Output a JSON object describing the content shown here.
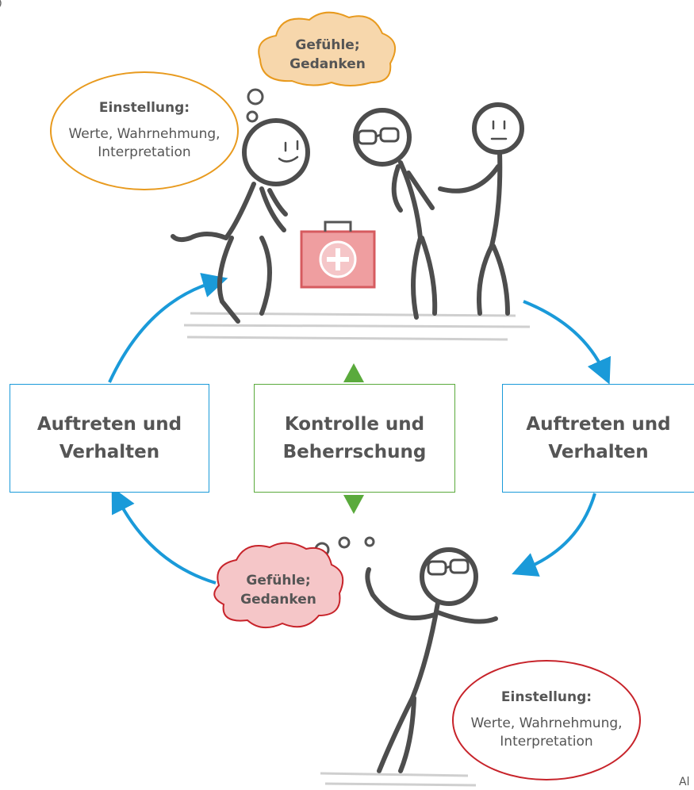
{
  "colors": {
    "blue": "#1a9ad9",
    "green": "#5aaa3c",
    "orange": "#e89a1e",
    "orange_fill": "#f7d7ac",
    "red": "#c7232a",
    "red_fill": "#f5c6c8",
    "text": "#555555"
  },
  "top_cloud": {
    "line1": "Gefühle;",
    "line2": "Gedanken"
  },
  "bottom_cloud": {
    "line1": "Gefühle;",
    "line2": "Gedanken"
  },
  "top_oval": {
    "title": "Einstellung:",
    "line1": "Werte, Wahrnehmung,",
    "line2": "Interpretation"
  },
  "bottom_oval": {
    "title": "Einstellung:",
    "line1": "Werte, Wahrnehmung,",
    "line2": "Interpretation"
  },
  "left_box": {
    "line1": "Auftreten und",
    "line2": "Verhalten"
  },
  "center_box": {
    "line1": "Kontrolle und",
    "line2": "Beherrschung"
  },
  "right_box": {
    "line1": "Auftreten und",
    "line2": "Verhalten"
  },
  "corner_label": "Al"
}
